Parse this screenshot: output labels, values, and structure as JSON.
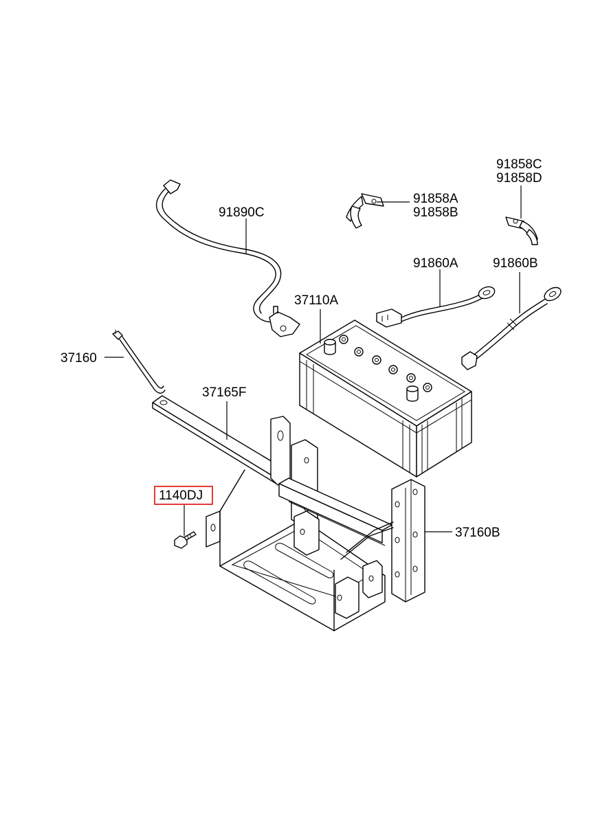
{
  "labels": {
    "cable_91890c": "91890C",
    "clamp_a": "91858A",
    "clamp_b": "91858B",
    "clamp_c": "91858C",
    "clamp_d": "91858D",
    "cable_91860a": "91860A",
    "cable_91860b": "91860B",
    "battery": "37110A",
    "rod": "37160",
    "clamp_bar": "37165F",
    "bolt": "1140DJ",
    "tray": "37160B"
  },
  "highlight_color": "#e53935"
}
